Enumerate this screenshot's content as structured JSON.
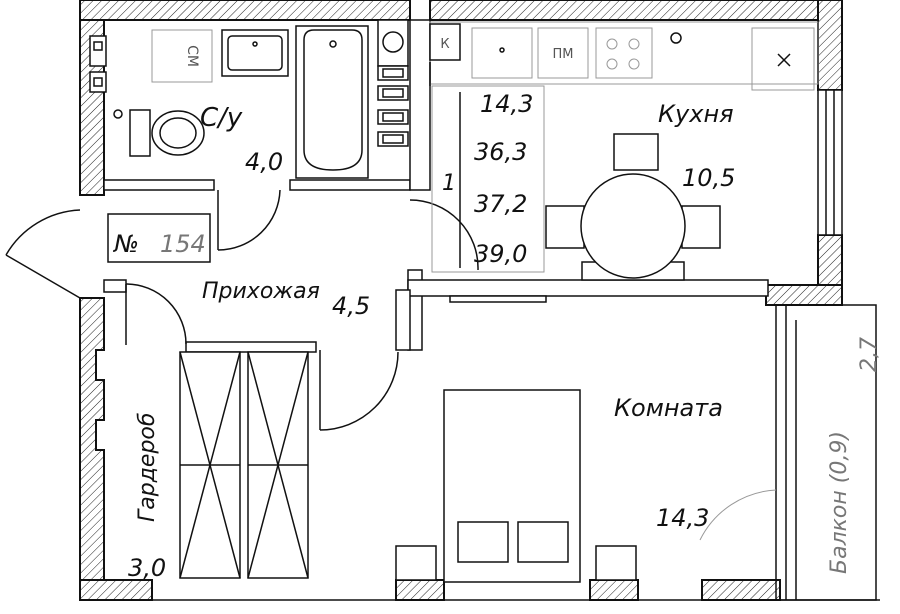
{
  "plan": {
    "apartment_no_prefix": "№",
    "apartment_no": "154",
    "areas": {
      "living": "14,3",
      "total": "36,3",
      "total_with_coef": "37,2",
      "total_with_balcony": "39,0",
      "rooms_count": "1"
    },
    "rooms": [
      {
        "key": "bathroom",
        "name": "С/у",
        "area": "4,0"
      },
      {
        "key": "kitchen",
        "name": "Кухня",
        "area": "10,5"
      },
      {
        "key": "hall",
        "name": "Прихожая",
        "area": "4,5"
      },
      {
        "key": "wardrobe",
        "name": "Гардероб",
        "area": "3,0"
      },
      {
        "key": "room",
        "name": "Комната",
        "area": "14,3"
      },
      {
        "key": "balcony",
        "name": "Балкон (0,9)",
        "area": "2,7"
      }
    ],
    "appliance_labels": {
      "washing_machine": "СМ",
      "dishwasher": "ПМ",
      "k_box": "К"
    }
  }
}
